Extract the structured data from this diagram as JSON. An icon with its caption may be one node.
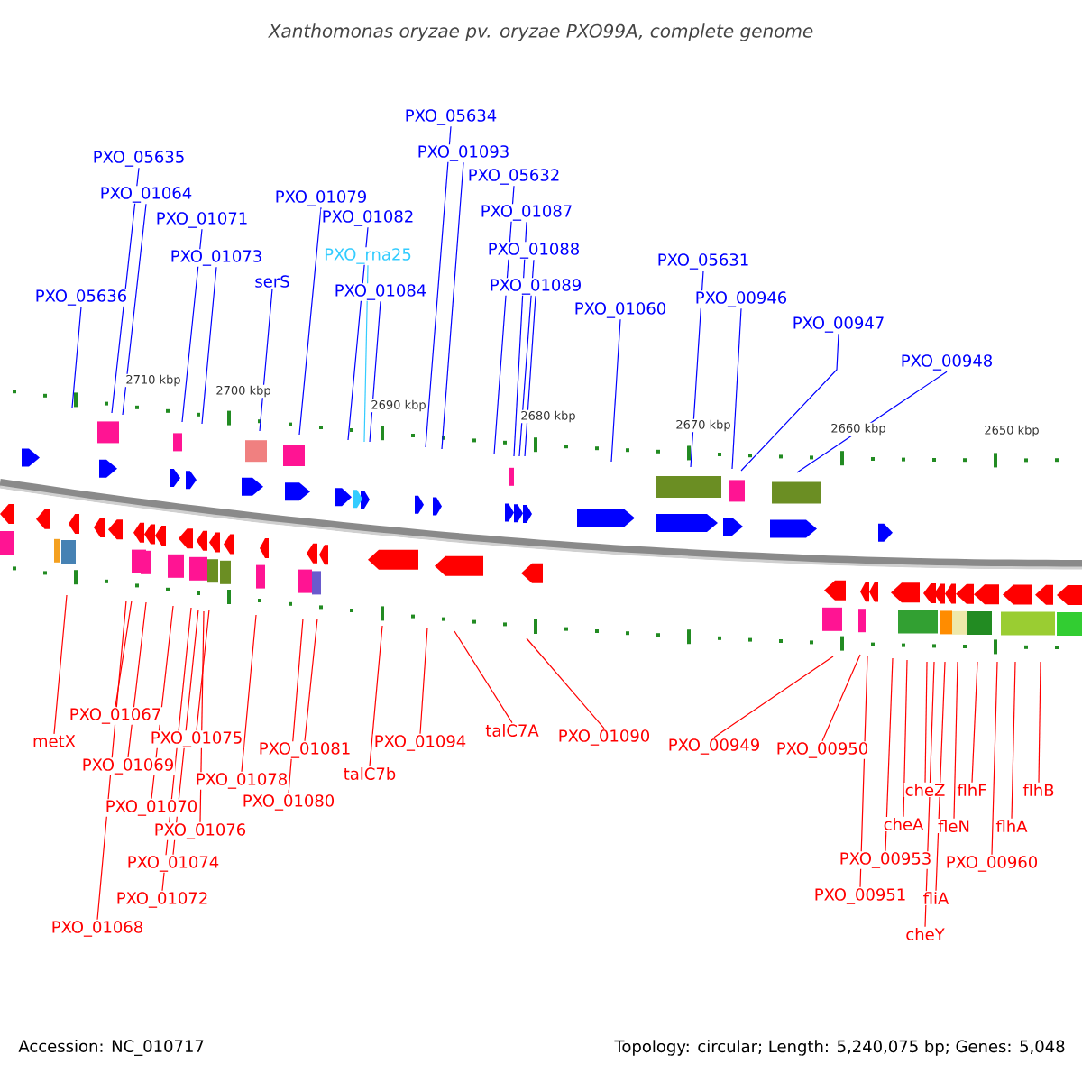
{
  "diagram": {
    "title": "Xanthomonas oryzae pv. oryzae PXO99A, complete genome",
    "nodes": [
      {
        "text": [
          "PXO_05636"
        ]
      },
      {
        "text": [
          "PXO_05635"
        ]
      },
      {
        "text": [
          "PXO_01064"
        ]
      },
      {
        "text": [
          "PXO_01071"
        ]
      },
      {
        "text": [
          "PXO_01073"
        ]
      },
      {
        "text": [
          "serS"
        ]
      },
      {
        "text": [
          "PXO_01079"
        ]
      },
      {
        "text": [
          "PXO_01082"
        ]
      },
      {
        "text": [
          "PXO_rna25"
        ]
      },
      {
        "text": [
          "PXO_01084"
        ]
      },
      {
        "text": [
          "PXO_05634"
        ]
      },
      {
        "text": [
          "PXO_01093"
        ]
      },
      {
        "text": [
          "PXO_05632"
        ]
      },
      {
        "text": [
          "PXO_01087"
        ]
      },
      {
        "text": [
          "PXO_01088"
        ]
      },
      {
        "text": [
          "PXO_01089"
        ]
      },
      {
        "text": [
          "PXO_01060"
        ]
      },
      {
        "text": [
          "PXO_05631"
        ]
      },
      {
        "text": [
          "PXO_00946"
        ]
      },
      {
        "text": [
          "PXO_00947"
        ]
      },
      {
        "text": [
          "PXO_00948"
        ]
      },
      {
        "text": [
          "metX"
        ]
      },
      {
        "text": [
          "PXO_01067"
        ]
      },
      {
        "text": [
          "PXO_01068"
        ]
      },
      {
        "text": [
          "PXO_01069"
        ]
      },
      {
        "text": [
          "PXO_01070"
        ]
      },
      {
        "text": [
          "PXO_01072"
        ]
      },
      {
        "text": [
          "PXO_01074"
        ]
      },
      {
        "text": [
          "PXO_01075"
        ]
      },
      {
        "text": [
          "PXO_01076"
        ]
      },
      {
        "text": [
          "PXO_01078"
        ]
      },
      {
        "text": [
          "PXO_01080"
        ]
      },
      {
        "text": [
          "PXO_01081"
        ]
      },
      {
        "text": [
          "talC7b"
        ]
      },
      {
        "text": [
          "PXO_01094"
        ]
      },
      {
        "text": [
          "talC7A"
        ]
      },
      {
        "text": [
          "PXO_01090"
        ]
      },
      {
        "text": [
          "PXO_00949"
        ]
      },
      {
        "text": [
          "PXO_00950"
        ]
      },
      {
        "text": [
          "PXO_00951"
        ]
      },
      {
        "text": [
          "PXO_00953"
        ]
      },
      {
        "text": [
          "cheA"
        ]
      },
      {
        "text": [
          "cheZ"
        ]
      },
      {
        "text": [
          "fleN"
        ]
      },
      {
        "text": [
          "cheY"
        ]
      },
      {
        "text": [
          "fliA"
        ]
      },
      {
        "text": [
          "flhF"
        ]
      },
      {
        "text": [
          "PXO_00960"
        ]
      },
      {
        "text": [
          "flhA"
        ]
      },
      {
        "text": [
          "flhB"
        ]
      }
    ],
    "edges": [
      {
        "from": 0,
        "to": null,
        "arrow": "none",
        "color": "#0000ff"
      },
      {
        "from": 1,
        "to": null,
        "arrow": "none",
        "color": "#0000ff"
      },
      {
        "from": 2,
        "to": null,
        "arrow": "none",
        "color": "#0000ff"
      },
      {
        "from": 3,
        "to": null,
        "arrow": "none",
        "color": "#0000ff"
      },
      {
        "from": 4,
        "to": null,
        "arrow": "none",
        "color": "#0000ff"
      },
      {
        "from": 5,
        "to": null,
        "arrow": "none",
        "color": "#0000ff"
      },
      {
        "from": 6,
        "to": null,
        "arrow": "none",
        "color": "#0000ff"
      },
      {
        "from": 7,
        "to": null,
        "arrow": "none",
        "color": "#0000ff"
      },
      {
        "from": 8,
        "to": null,
        "arrow": "none",
        "color": "#33ccff"
      },
      {
        "from": 9,
        "to": null,
        "arrow": "none",
        "color": "#0000ff"
      },
      {
        "from": 10,
        "to": null,
        "arrow": "none",
        "color": "#0000ff"
      },
      {
        "from": 11,
        "to": null,
        "arrow": "none",
        "color": "#0000ff"
      },
      {
        "from": 12,
        "to": null,
        "arrow": "none",
        "color": "#0000ff"
      },
      {
        "from": 13,
        "to": null,
        "arrow": "none",
        "color": "#0000ff"
      },
      {
        "from": 14,
        "to": null,
        "arrow": "none",
        "color": "#0000ff"
      },
      {
        "from": 15,
        "to": null,
        "arrow": "none",
        "color": "#0000ff"
      },
      {
        "from": 16,
        "to": null,
        "arrow": "none",
        "color": "#0000ff"
      },
      {
        "from": 17,
        "to": null,
        "arrow": "none",
        "color": "#0000ff"
      },
      {
        "from": 18,
        "to": null,
        "arrow": "none",
        "color": "#0000ff"
      },
      {
        "from": 19,
        "to": null,
        "arrow": "none",
        "color": "#0000ff"
      },
      {
        "from": 20,
        "to": null,
        "arrow": "none",
        "color": "#0000ff"
      },
      {
        "from": 21,
        "to": null,
        "arrow": "none"
      },
      {
        "from": 22,
        "to": null,
        "arrow": "none"
      },
      {
        "from": 23,
        "to": null,
        "arrow": "none"
      },
      {
        "from": 24,
        "to": null,
        "arrow": "none"
      },
      {
        "from": 25,
        "to": null,
        "arrow": "none"
      },
      {
        "from": 26,
        "to": null,
        "arrow": "none"
      },
      {
        "from": 27,
        "to": null,
        "arrow": "none"
      },
      {
        "from": 28,
        "to": null,
        "arrow": "none"
      },
      {
        "from": 29,
        "to": null,
        "arrow": "none"
      },
      {
        "from": 30,
        "to": null,
        "arrow": "none"
      },
      {
        "from": 31,
        "to": null,
        "arrow": "none"
      },
      {
        "from": 32,
        "to": null,
        "arrow": "none"
      },
      {
        "from": 33,
        "to": null,
        "arrow": "none"
      },
      {
        "from": 34,
        "to": null,
        "arrow": "none"
      },
      {
        "from": 35,
        "to": null,
        "arrow": "none"
      },
      {
        "from": 36,
        "to": null,
        "arrow": "none"
      },
      {
        "from": 37,
        "to": null,
        "arrow": "none"
      },
      {
        "from": 38,
        "to": null,
        "arrow": "none"
      },
      {
        "from": 39,
        "to": null,
        "arrow": "none"
      },
      {
        "from": 40,
        "to": null,
        "arrow": "none"
      },
      {
        "from": 41,
        "to": null,
        "arrow": "none"
      },
      {
        "from": 42,
        "to": null,
        "arrow": "none"
      },
      {
        "from": 43,
        "to": null,
        "arrow": "none"
      },
      {
        "from": 44,
        "to": null,
        "arrow": "none"
      },
      {
        "from": 45,
        "to": null,
        "arrow": "none"
      },
      {
        "from": 46,
        "to": null,
        "arrow": "none"
      },
      {
        "from": 47,
        "to": null,
        "arrow": "none"
      },
      {
        "from": 48,
        "to": null,
        "arrow": "none"
      },
      {
        "from": 49,
        "to": null,
        "arrow": "none"
      }
    ],
    "labels": [
      "2710 kbp",
      "2700 kbp",
      "2690 kbp",
      "2680 kbp",
      "2670 kbp",
      "2660 kbp",
      "2650 kbp",
      "Accession: NC_010717",
      "Topology: circular; Length: 5,240,075 bp; Genes: 5,048"
    ]
  }
}
